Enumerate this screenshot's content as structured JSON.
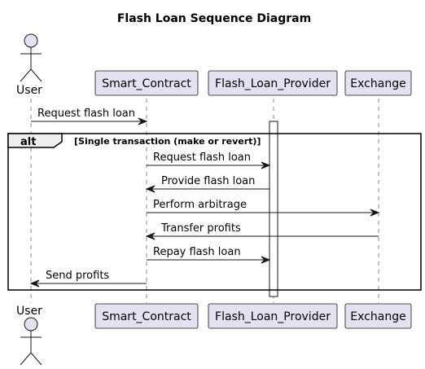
{
  "title": "Flash Loan Sequence Diagram",
  "participants": [
    {
      "id": "user",
      "name": "User",
      "kind": "actor"
    },
    {
      "id": "sc",
      "name": "Smart_Contract",
      "kind": "participant"
    },
    {
      "id": "flp",
      "name": "Flash_Loan_Provider",
      "kind": "participant"
    },
    {
      "id": "ex",
      "name": "Exchange",
      "kind": "participant"
    }
  ],
  "frame": {
    "keyword": "alt",
    "guard": "[Single transaction (make or revert)]"
  },
  "messages": [
    {
      "from": "user",
      "to": "sc",
      "label": "Request flash loan"
    },
    {
      "from": "sc",
      "to": "flp",
      "label": "Request flash loan"
    },
    {
      "from": "flp",
      "to": "sc",
      "label": "Provide flash loan"
    },
    {
      "from": "sc",
      "to": "ex",
      "label": "Perform arbitrage"
    },
    {
      "from": "ex",
      "to": "sc",
      "label": "Transfer profits"
    },
    {
      "from": "sc",
      "to": "flp",
      "label": "Repay flash loan"
    },
    {
      "from": "sc",
      "to": "user",
      "label": "Send profits"
    }
  ],
  "colors": {
    "participant_fill": "#E2E2F0",
    "border": "#181818",
    "lifeline": "#888888",
    "frame_tab": "#EEEEEE"
  }
}
